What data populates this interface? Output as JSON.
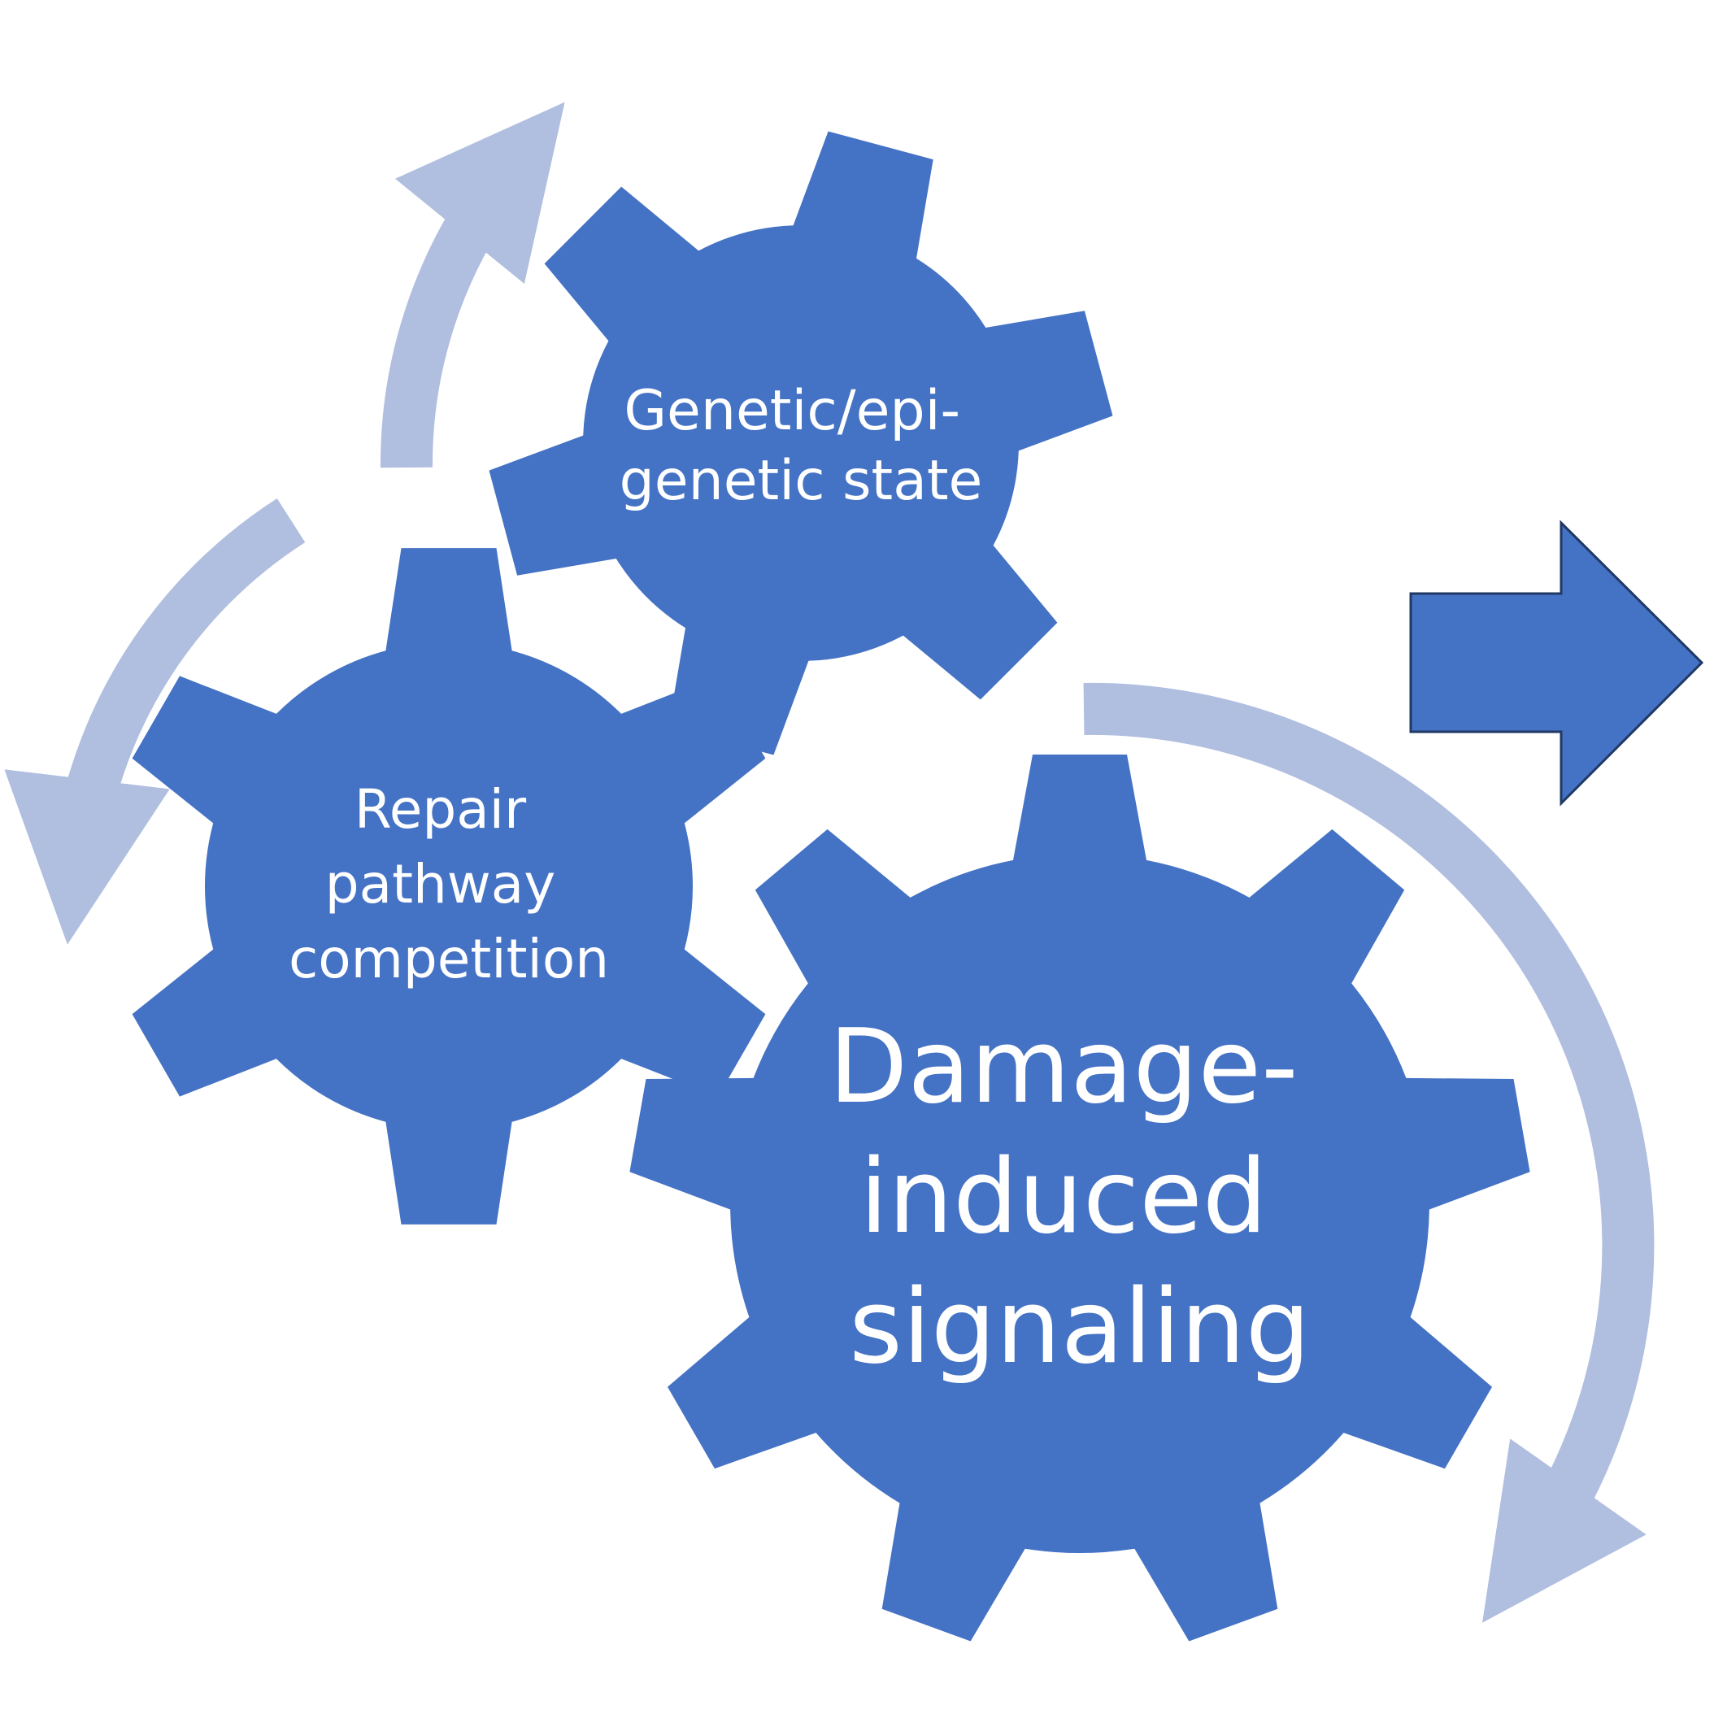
{
  "colors": {
    "gear": "#4472C4",
    "cycle_arrow": "#B0BEDF",
    "block_arrow_fill": "#4472C4",
    "block_arrow_stroke": "#1F3864",
    "label": "#FFFFFF",
    "background": "#FFFFFF"
  },
  "gears": {
    "genetic_state": {
      "lines": [
        "Genetic/epi-",
        "genetic state"
      ]
    },
    "repair_pathway": {
      "lines": [
        "Repair",
        "pathway",
        "competition"
      ]
    },
    "damage_signaling": {
      "lines": [
        "Damage-",
        "induced",
        "signaling"
      ]
    }
  },
  "arrows": {
    "cycle_arrow_count": 3,
    "output_arrow": "right-block-arrow"
  }
}
